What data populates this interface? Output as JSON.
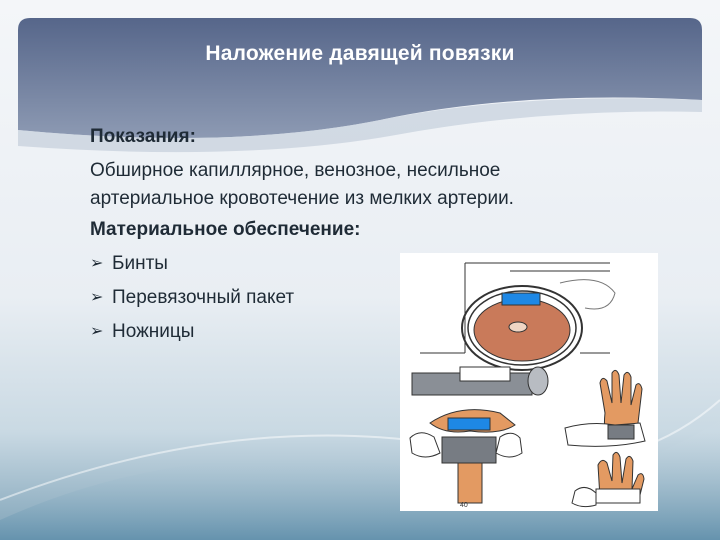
{
  "slide": {
    "title": "Наложение давящей повязки",
    "indications_heading": "Показания:",
    "indications_text_line1": "Обширное капиллярное, венозное, несильное",
    "indications_text_line2": "артериальное кровотечение из мелких артерии.",
    "materials_heading": "Материальное обеспечение:",
    "materials": [
      "Бинты",
      "Перевязочный пакет",
      "Ножницы"
    ],
    "bullet_glyph": "➢",
    "figure_page_number": "40"
  },
  "colors": {
    "title_panel": "#5a6b8c",
    "text": "#1f2b36",
    "accent_blue": "#1e88e5",
    "skin": "#d98c54"
  }
}
